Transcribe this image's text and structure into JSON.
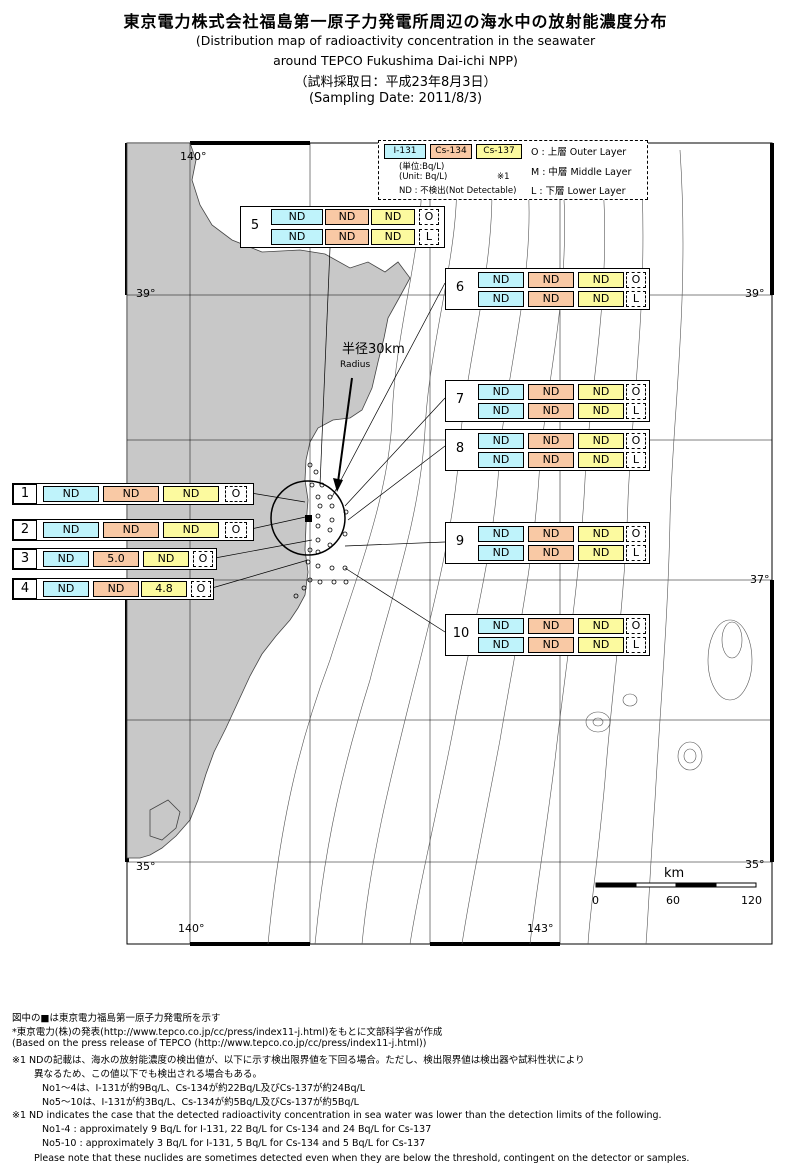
{
  "title": {
    "jp": "東京電力株式会社福島第一原子力発電所周辺の海水中の放射能濃度分布",
    "en1": "(Distribution map of radioactivity concentration in the seawater",
    "en2": "around TEPCO Fukushima Dai-ichi NPP)",
    "date_jp": "（試料採取日：平成23年8月3日）",
    "date_en": "(Sampling Date: 2011/8/3)"
  },
  "legend": {
    "i131": "I-131",
    "cs134": "Cs-134",
    "cs137": "Cs-137",
    "unit_jp": "(単位:Bq/L)",
    "unit_en": "(Unit: Bq/L)",
    "note_mark": "※1",
    "nd": "ND : 不検出(Not Detectable)",
    "outer": "O : 上層 Outer Layer",
    "middle": "M : 中層 Middle Layer",
    "lower": "L : 下層 Lower Layer",
    "colors": {
      "i131": "#bff3fb",
      "cs134": "#f9c9a5",
      "cs137": "#fcfa9f"
    }
  },
  "coords": {
    "lon140_top": "140°",
    "lon140_bottom": "140°",
    "lon143": "143°",
    "lat39_left": "39°",
    "lat39_right": "39°",
    "lat37": "37°",
    "lat35_left": "35°",
    "lat35_right": "35°"
  },
  "radius": {
    "label": "半径30km",
    "sub": "Radius"
  },
  "scale": {
    "unit": "km",
    "t0": "0",
    "t1": "60",
    "t2": "120"
  },
  "stations": {
    "s1": {
      "num": "1",
      "rows": [
        {
          "i131": "ND",
          "cs134": "ND",
          "cs137": "ND",
          "layer": "O"
        }
      ]
    },
    "s2": {
      "num": "2",
      "rows": [
        {
          "i131": "ND",
          "cs134": "ND",
          "cs137": "ND",
          "layer": "O"
        }
      ]
    },
    "s3": {
      "num": "3",
      "rows": [
        {
          "i131": "ND",
          "cs134": "5.0",
          "cs137": "ND",
          "layer": "O"
        }
      ]
    },
    "s4": {
      "num": "4",
      "rows": [
        {
          "i131": "ND",
          "cs134": "ND",
          "cs137": "4.8",
          "layer": "O"
        }
      ]
    },
    "s5": {
      "num": "5",
      "rows": [
        {
          "i131": "ND",
          "cs134": "ND",
          "cs137": "ND",
          "layer": "O"
        },
        {
          "i131": "ND",
          "cs134": "ND",
          "cs137": "ND",
          "layer": "L"
        }
      ]
    },
    "s6": {
      "num": "6",
      "rows": [
        {
          "i131": "ND",
          "cs134": "ND",
          "cs137": "ND",
          "layer": "O"
        },
        {
          "i131": "ND",
          "cs134": "ND",
          "cs137": "ND",
          "layer": "L"
        }
      ]
    },
    "s7": {
      "num": "7",
      "rows": [
        {
          "i131": "ND",
          "cs134": "ND",
          "cs137": "ND",
          "layer": "O"
        },
        {
          "i131": "ND",
          "cs134": "ND",
          "cs137": "ND",
          "layer": "L"
        }
      ]
    },
    "s8": {
      "num": "8",
      "rows": [
        {
          "i131": "ND",
          "cs134": "ND",
          "cs137": "ND",
          "layer": "O"
        },
        {
          "i131": "ND",
          "cs134": "ND",
          "cs137": "ND",
          "layer": "L"
        }
      ]
    },
    "s9": {
      "num": "9",
      "rows": [
        {
          "i131": "ND",
          "cs134": "ND",
          "cs137": "ND",
          "layer": "O"
        },
        {
          "i131": "ND",
          "cs134": "ND",
          "cs137": "ND",
          "layer": "L"
        }
      ]
    },
    "s10": {
      "num": "10",
      "rows": [
        {
          "i131": "ND",
          "cs134": "ND",
          "cs137": "ND",
          "layer": "O"
        },
        {
          "i131": "ND",
          "cs134": "ND",
          "cs137": "ND",
          "layer": "L"
        }
      ]
    }
  },
  "footer": {
    "l1": "図中の■は東京電力福島第一原子力発電所を示す",
    "l2": "*東京電力(株)の発表(http://www.tepco.co.jp/cc/press/index11-j.html)をもとに文部科学省が作成",
    "l3": " (Based on the press release of TEPCO (http://www.tepco.co.jp/cc/press/index11-j.html))",
    "l4": "※1  NDの記載は、海水の放射能濃度の検出値が、以下に示す検出限界値を下回る場合。ただし、検出限界値は検出器や試料性状により",
    "l5": "異なるため、この値以下でも検出される場合もある。",
    "l6": "No1～4は、I-131が約9Bq/L、Cs-134が約22Bq/L及びCs-137が約24Bq/L",
    "l7": "No5～10は、I-131が約3Bq/L、Cs-134が約5Bq/L及びCs-137が約5Bq/L",
    "l8": "※1  ND indicates the case that the detected radioactivity concentration in sea water was lower than the detection limits of the following.",
    "l9": "No1-4 :  approximately 9 Bq/L for I-131, 22 Bq/L for Cs-134 and 24 Bq/L for Cs-137",
    "l10": "No5-10 :  approximately 3 Bq/L for I-131, 5 Bq/L for Cs-134 and 5 Bq/L for Cs-137",
    "l11": "Please note that these nuclides are sometimes detected even when they are below the threshold, contingent on the detector or samples."
  }
}
